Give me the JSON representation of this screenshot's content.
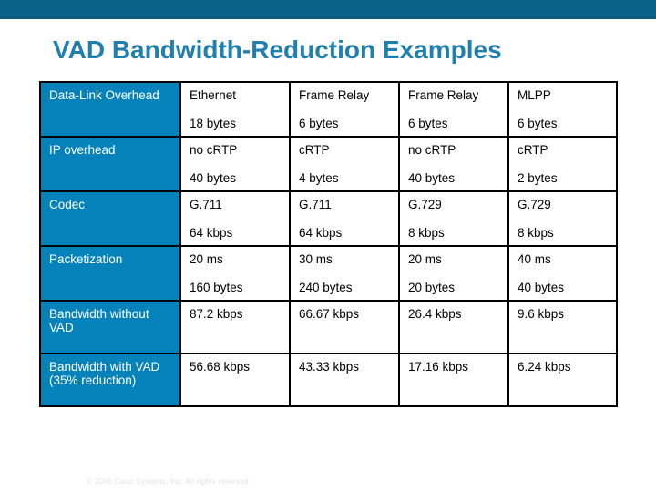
{
  "top_bar": {
    "color": "#0a6187"
  },
  "title": {
    "text": "VAD Bandwidth-Reduction Examples",
    "color": "#1f7fae"
  },
  "footer": {
    "copyright": "© 2006 Cisco Systems, Inc. All rights reserved."
  },
  "table": {
    "header_bg": "#0682bb",
    "header_text_color": "#ffffff",
    "border_color": "#000000",
    "rows": [
      {
        "label": "Data-Link Overhead",
        "cells": [
          {
            "main": "Ethernet",
            "sub": "18 bytes"
          },
          {
            "main": "Frame Relay",
            "sub": "6 bytes"
          },
          {
            "main": "Frame Relay",
            "sub": "6 bytes"
          },
          {
            "main": "MLPP",
            "sub": "6 bytes"
          }
        ]
      },
      {
        "label": "IP overhead",
        "cells": [
          {
            "main": "no cRTP",
            "sub": "40 bytes"
          },
          {
            "main": "cRTP",
            "sub": "4 bytes"
          },
          {
            "main": "no cRTP",
            "sub": "40 bytes"
          },
          {
            "main": "cRTP",
            "sub": "2 bytes"
          }
        ]
      },
      {
        "label": "Codec",
        "cells": [
          {
            "main": "G.711",
            "sub": "64 kbps"
          },
          {
            "main": "G.711",
            "sub": "64 kbps"
          },
          {
            "main": "G.729",
            "sub": "8 kbps"
          },
          {
            "main": "G.729",
            "sub": "8 kbps"
          }
        ]
      },
      {
        "label": "Packetization",
        "cells": [
          {
            "main": "20 ms",
            "sub": "160 bytes"
          },
          {
            "main": "30 ms",
            "sub": "240 bytes"
          },
          {
            "main": "20 ms",
            "sub": "20 bytes"
          },
          {
            "main": "40 ms",
            "sub": "40 bytes"
          }
        ]
      },
      {
        "label": "Bandwidth without VAD",
        "cells": [
          {
            "main": "87.2 kbps",
            "sub": ""
          },
          {
            "main": "66.67 kbps",
            "sub": ""
          },
          {
            "main": "26.4 kbps",
            "sub": ""
          },
          {
            "main": "9.6 kbps",
            "sub": ""
          }
        ]
      },
      {
        "label": "Bandwidth with VAD (35% reduction)",
        "cells": [
          {
            "main": "56.68 kbps",
            "sub": ""
          },
          {
            "main": "43.33 kbps",
            "sub": ""
          },
          {
            "main": "17.16 kbps",
            "sub": ""
          },
          {
            "main": "6.24 kbps",
            "sub": ""
          }
        ]
      }
    ]
  }
}
